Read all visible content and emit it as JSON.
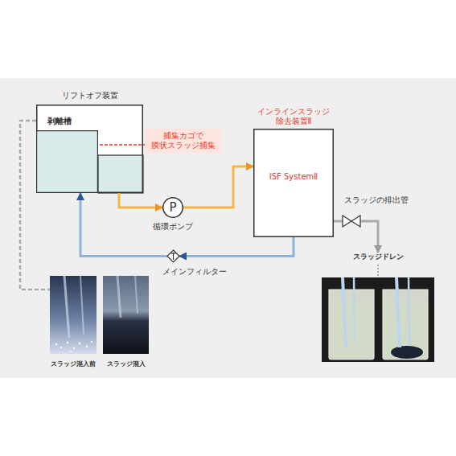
{
  "diagram": {
    "nodes": [
      {
        "text": [
          "リフトオフ装置"
        ]
      },
      {
        "text": [
          "剥離槽"
        ],
        "in": 0
      },
      {
        "text": [
          "捕集カゴで 膜状スラッジ捕集"
        ]
      },
      {
        "text": [
          "P",
          "循環ポンプ"
        ]
      },
      {
        "text": [
          "インラインスラッジ 除去装置Ⅱ",
          "ISF SystemⅡ"
        ]
      },
      {
        "text": [
          "メインフィルター"
        ]
      },
      {
        "text": [
          "スラッジの排出管"
        ]
      },
      {
        "text": [
          "スラッジドレン"
        ]
      },
      {
        "text": [
          "スラッジ混入前"
        ]
      },
      {
        "text": [
          "スラッジ混入"
        ]
      }
    ],
    "edges": [
      {
        "from": 0,
        "to": 3,
        "arrow": "to"
      },
      {
        "from": 3,
        "to": 4,
        "arrow": "to"
      },
      {
        "from": 4,
        "to": 5,
        "arrow": "to"
      },
      {
        "from": 5,
        "to": 0,
        "arrow": "to"
      },
      {
        "from": 4,
        "to": 6,
        "arrow": "none"
      },
      {
        "from": 6,
        "to": 7,
        "arrow": "to"
      },
      {
        "from": 0,
        "to": 8,
        "arrow": "none"
      }
    ]
  }
}
